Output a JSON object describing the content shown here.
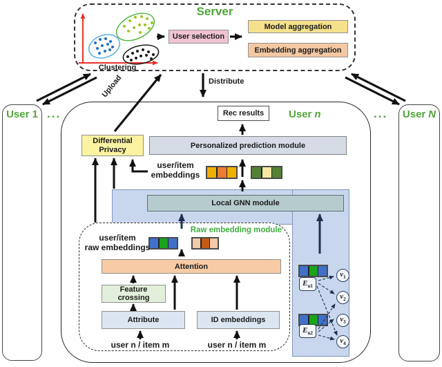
{
  "colors": {
    "label_green": "#4FA538",
    "raw_title_green": "#3FAE3F",
    "arrow_black": "#111111",
    "arrow_navy": "#1E3050",
    "axis_red": "#E8312A",
    "user_selection_bg": "#F0C3D3",
    "model_aggregation_bg": "#F5E08C",
    "embedding_aggregation_bg": "#F3C8A2",
    "differential_privacy_bg": "#FBF3A2",
    "prediction_module_bg": "#D6DCE6",
    "gnn_container_bg": "#C9D7EE",
    "local_gnn_bg": "#B6CBCD",
    "attention_bg": "#F7CBA5",
    "feature_crossing_bg": "#E2EFDA",
    "attribute_bg": "#DCE6F2",
    "id_embeddings_bg": "#DCE6F2",
    "rec_results_bg": "#FFFFFF",
    "cluster_green_stroke": "#4CB83C",
    "cluster_green_dot": "#9DC41E",
    "cluster_blue_stroke": "#55AEE0",
    "cluster_blue_dot": "#1F6EC8",
    "cluster_black": "#1A1A1A"
  },
  "bars": {
    "user_item_1": [
      "#F0B000",
      "#ED7D31",
      "#F0B000"
    ],
    "user_item_2": [
      "#548235",
      "#F5E8A2",
      "#548235"
    ],
    "raw_user": [
      "#4070C8",
      "#1AA41A",
      "#4070C8"
    ],
    "raw_item": [
      "#F4CBA8",
      "#C55A11",
      "#F4CBA8"
    ],
    "graph_1": [
      "#4070C8",
      "#1AA41A",
      "#4070C8"
    ],
    "graph_2": [
      "#4070C8",
      "#1AA41A",
      "#4070C8"
    ]
  },
  "server": {
    "title": "Server",
    "clustering_label": "Clustering",
    "user_selection_label": "User selection",
    "model_aggregation_label": "Model aggregation",
    "embedding_aggregation_label": "Embedding aggregation"
  },
  "flows": {
    "upload_label": "Upload",
    "distribute_label": "Distribute"
  },
  "users": {
    "user1_label": "User 1",
    "ellipsis_left": "...",
    "user_n_prefix": "User",
    "user_n_var": "n",
    "ellipsis_right": "...",
    "userN_prefix": "User",
    "userN_var": "N"
  },
  "client": {
    "rec_results_label": "Rec results",
    "differential_privacy_label": "Differential Privacy",
    "prediction_module_label": "Personalized prediction module",
    "embeddings_label_line1": "user/item",
    "embeddings_label_line2": "embeddings",
    "local_gnn_label": "Local GNN module"
  },
  "raw_module": {
    "title": "Raw embedding module",
    "label_line1": "user/item",
    "label_line2": "raw embeddings",
    "attention_label": "Attention",
    "feature_crossing_label": "Feature crossing",
    "attribute_label": "Attribute",
    "id_embeddings_label": "ID embeddings",
    "input_left_label": "user n / item m",
    "input_right_label": "user n / item m"
  },
  "graph": {
    "e_nodes": [
      {
        "base": "E",
        "sub": "u1"
      },
      {
        "base": "E",
        "sub": "u2"
      }
    ],
    "v_nodes": [
      {
        "base": "v",
        "sub": "1"
      },
      {
        "base": "v",
        "sub": "2"
      },
      {
        "base": "v",
        "sub": "3"
      },
      {
        "base": "v",
        "sub": "4"
      }
    ]
  }
}
